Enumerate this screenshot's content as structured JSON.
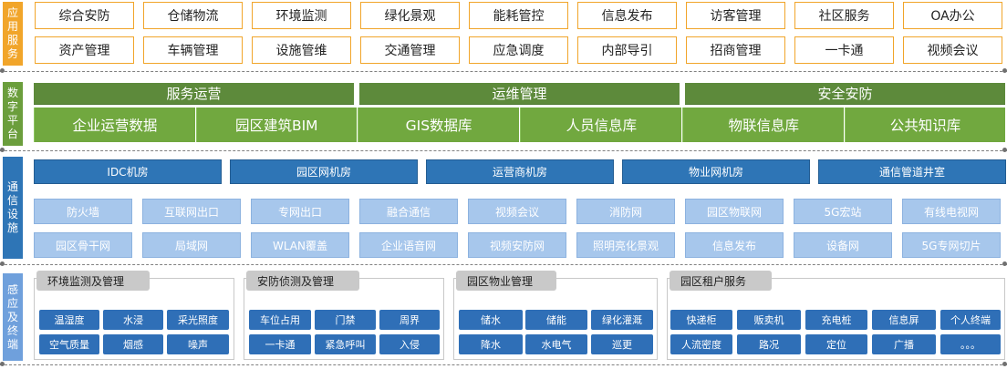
{
  "layers": {
    "application": "应用服务",
    "platform": "数字平台",
    "communication": "通信设施",
    "sensing": "感应及终端"
  },
  "colors": {
    "application_label": "#f1a52a",
    "platform_label": "#6b9e3c",
    "communication_label": "#2e75b6",
    "sensing_label": "#6fa0dc"
  },
  "application": {
    "row1": [
      "综合安防",
      "仓储物流",
      "环境监测",
      "绿化景观",
      "能耗管控",
      "信息发布",
      "访客管理",
      "社区服务",
      "OA办公"
    ],
    "row2": [
      "资产管理",
      "车辆管理",
      "设施管维",
      "交通管理",
      "应急调度",
      "内部导引",
      "招商管理",
      "一卡通",
      "视频会议"
    ]
  },
  "platform": {
    "top": [
      "服务运营",
      "运维管理",
      "安全安防"
    ],
    "sub": [
      "企业运营数据",
      "园区建筑BIM",
      "GIS数据库",
      "人员信息库",
      "物联信息库",
      "公共知识库"
    ]
  },
  "communication": {
    "top": [
      "IDC机房",
      "园区网机房",
      "运营商机房",
      "物业网机房",
      "通信管道井室"
    ],
    "row1": [
      "防火墙",
      "互联网出口",
      "专网出口",
      "融合通信",
      "视频会议",
      "消防网",
      "园区物联网",
      "5G宏站",
      "有线电视网"
    ],
    "row2": [
      "园区骨干网",
      "局域网",
      "WLAN覆盖",
      "企业语音网",
      "视频安防网",
      "照明亮化景观",
      "信息发布",
      "设备网",
      "5G专网切片"
    ]
  },
  "sensing": {
    "groups": [
      {
        "title": "环境监测及管理",
        "row1": [
          "温湿度",
          "水浸",
          "采光照度"
        ],
        "row2": [
          "空气质量",
          "烟感",
          "噪声"
        ]
      },
      {
        "title": "安防侦测及管理",
        "row1": [
          "车位占用",
          "门禁",
          "周界"
        ],
        "row2": [
          "一卡通",
          "紧急呼叫",
          "入侵"
        ]
      },
      {
        "title": "园区物业管理",
        "row1": [
          "储水",
          "储能",
          "绿化灌溉"
        ],
        "row2": [
          "降水",
          "水电气",
          "巡更"
        ]
      },
      {
        "title": "园区租户服务",
        "row1": [
          "快递柜",
          "贩卖机",
          "充电桩",
          "信息屏",
          "个人终端"
        ],
        "row2": [
          "人流密度",
          "路况",
          "定位",
          "广播",
          "。。。"
        ]
      }
    ]
  }
}
